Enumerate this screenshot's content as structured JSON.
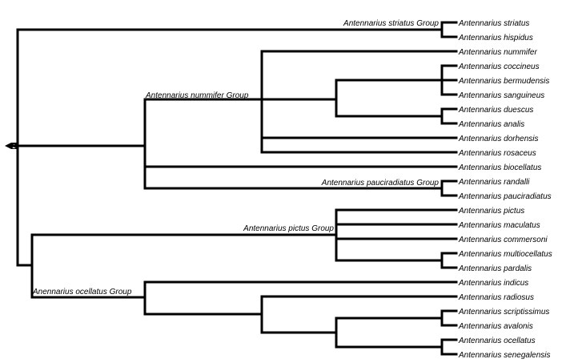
{
  "tree": {
    "root_marker": "2",
    "groups": {
      "striatus": "Antennarius striatus Group",
      "nummifer": "Antennarius nummifer Group",
      "pauciradiatus": "Antennarius pauciradiatus Group",
      "pictus": "Antennarius pictus Group",
      "ocellatus": "Anennarius ocellatus Group"
    },
    "taxa": [
      "Antennarius striatus",
      "Antennarius hispidus",
      "Antennarius nummifer",
      "Antennarius coccineus",
      "Antennarius bermudensis",
      "Antennarius sanguineus",
      "Antennarius duescus",
      "Antennarius analis",
      "Antennarius dorhensis",
      "Antennarius rosaceus",
      "Antennarius biocellatus",
      "Antennarius randalli",
      "Antennarius pauciradiatus",
      "Antennarius pictus",
      "Antennarius maculatus",
      "Antennarius commersoni",
      "Antennarius multiocellatus",
      "Antennarius pardalis",
      "Antennarius indicus",
      "Antennarius radiosus",
      "Antennarius scriptissimus",
      "Antennarius avalonis",
      "Antennarius ocellatus",
      "Antennarius senegalensis"
    ]
  }
}
